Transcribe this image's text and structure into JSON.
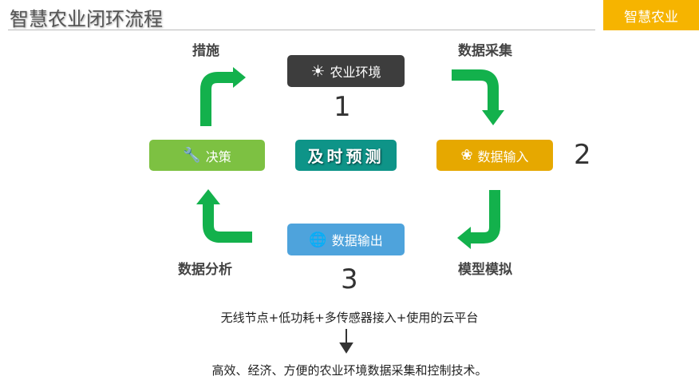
{
  "header": {
    "title": "智慧农业闭环流程",
    "tag": "智慧农业"
  },
  "nodes": {
    "env": {
      "label": "农业环境",
      "icon": "sun-icon",
      "color": "#3d3d3d"
    },
    "input": {
      "label": "数据输入",
      "icon": "leaf-badge-icon",
      "color": "#e6a800"
    },
    "output": {
      "label": "数据输出",
      "icon": "globe-computer-icon",
      "color": "#4ea3dc"
    },
    "decision": {
      "label": "决策",
      "icon": "wrench-icon",
      "color": "#7dc142"
    },
    "center": {
      "label": "及时预测",
      "color": "#0e9488"
    }
  },
  "steps": {
    "collect": "数据采集",
    "model": "模型模拟",
    "analysis": "数据分析",
    "measure": "措施"
  },
  "numbers": [
    "1",
    "2",
    "3"
  ],
  "arrow_color": "#13b14c",
  "footer": {
    "line1": "无线节点+低功耗+多传感器接入+使用的云平台",
    "line2": "高效、经济、方便的农业环境数据采集和控制技术。"
  }
}
